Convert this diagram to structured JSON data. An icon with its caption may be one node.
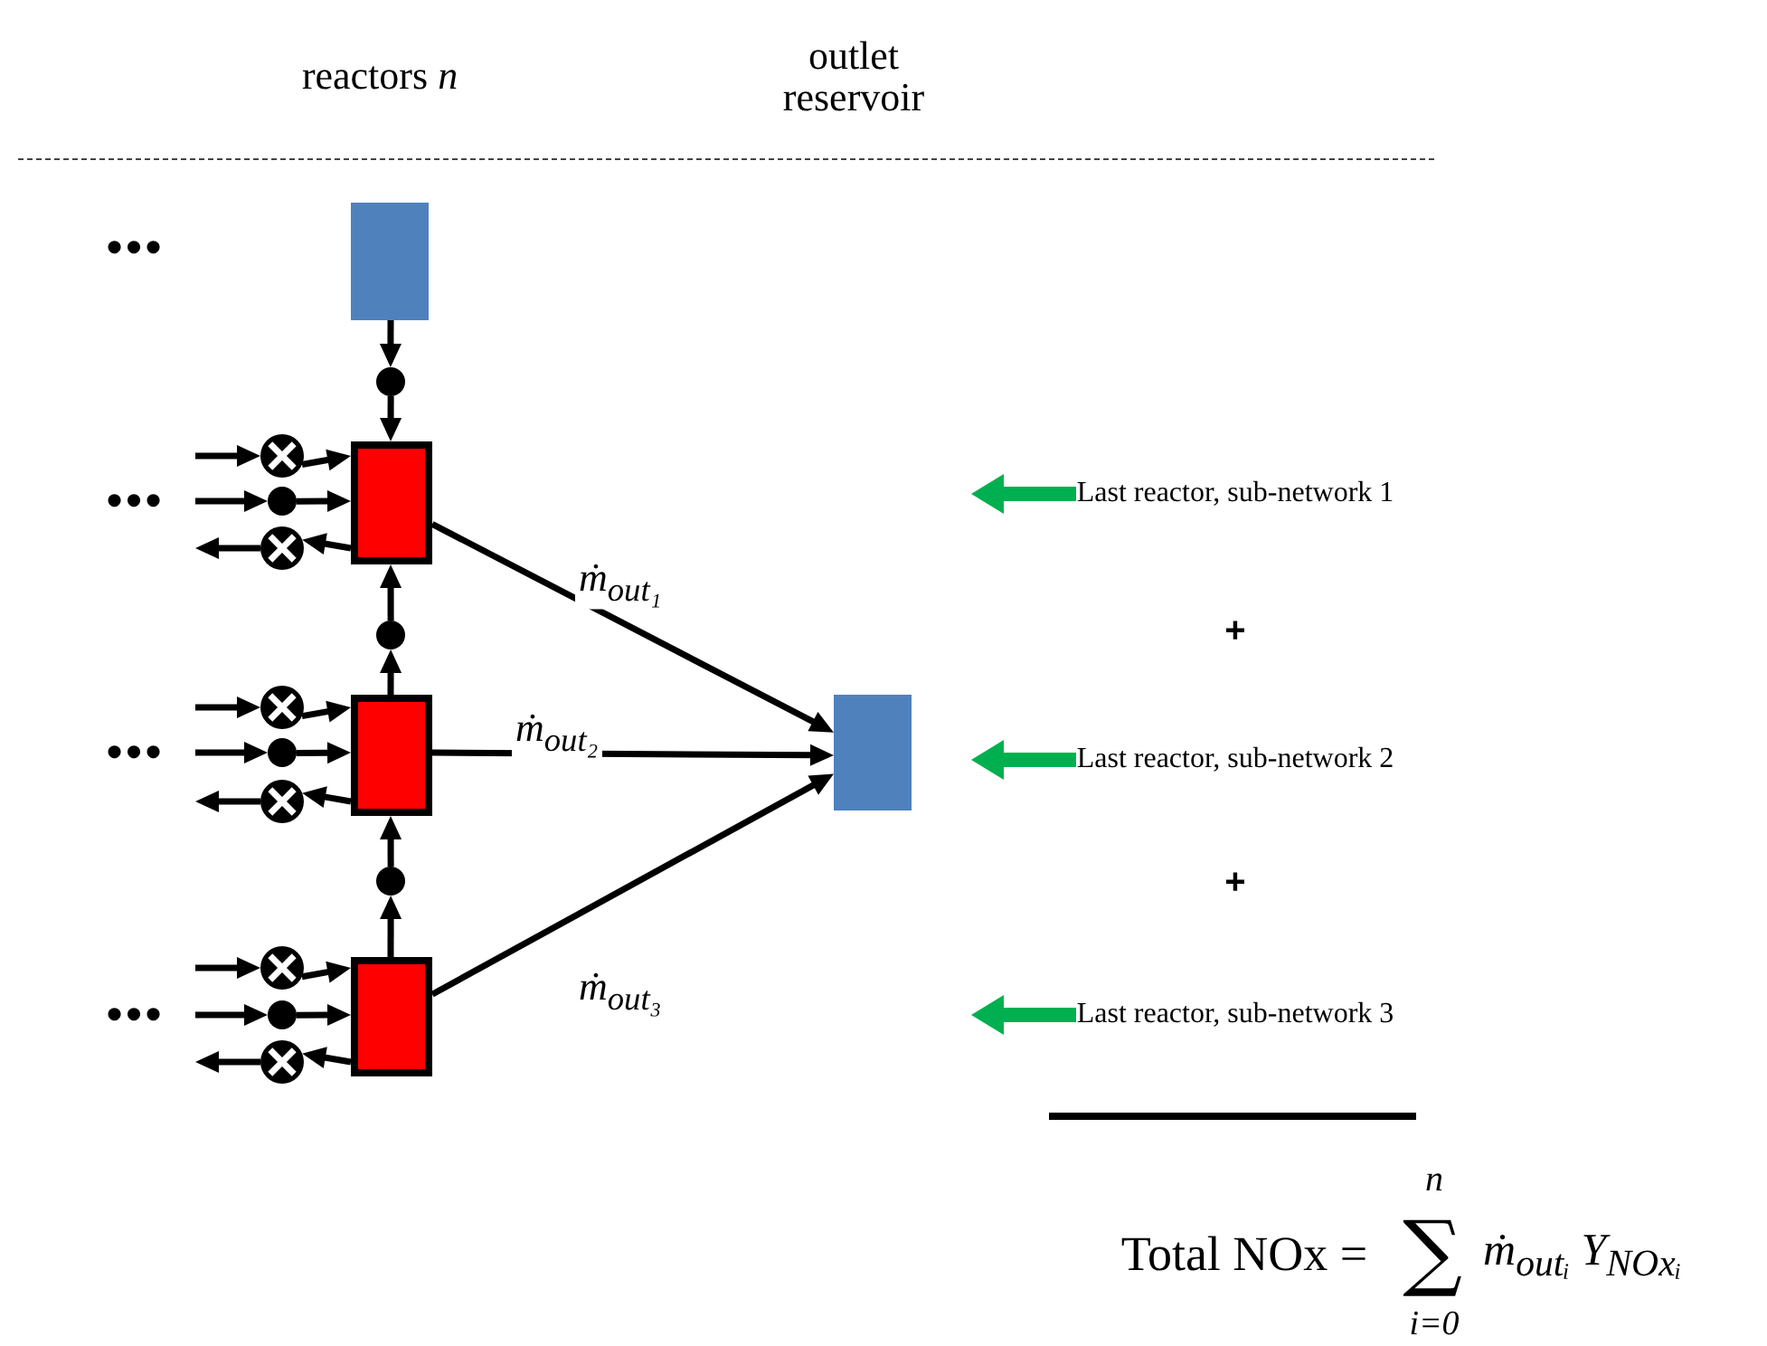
{
  "diagram": {
    "nodes": [
      {
        "text": [],
        "shape": "box"
      },
      {
        "text": [],
        "shape": "circle"
      },
      {
        "text": [],
        "shape": "circle"
      },
      {
        "text": [],
        "shape": "circle"
      },
      {
        "text": [],
        "shape": "circle"
      },
      {
        "text": [],
        "shape": "box"
      },
      {
        "text": [],
        "shape": "circle"
      },
      {
        "text": [],
        "shape": "circle"
      },
      {
        "text": [],
        "shape": "circle"
      },
      {
        "text": [],
        "shape": "circle"
      },
      {
        "text": [],
        "shape": "box"
      },
      {
        "text": [],
        "shape": "box"
      },
      {
        "text": [],
        "shape": "circle"
      },
      {
        "text": [],
        "shape": "circle"
      },
      {
        "text": [],
        "shape": "circle"
      },
      {
        "text": [],
        "shape": "circle"
      },
      {
        "text": [],
        "shape": "box"
      },
      {
        "text": [
          "Last reactor, sub-network 1"
        ]
      },
      {
        "text": [
          "Last reactor, sub-network 2"
        ]
      },
      {
        "text": [
          "Last reactor, sub-network 3"
        ]
      }
    ],
    "edges": [
      {
        "from": 0,
        "to": 1,
        "arrow": "to"
      },
      {
        "from": 1,
        "to": 5,
        "arrow": "to"
      },
      {
        "from": null,
        "to": 2,
        "arrow": "to"
      },
      {
        "from": 2,
        "to": 5,
        "arrow": "to"
      },
      {
        "from": null,
        "to": 3,
        "arrow": "to"
      },
      {
        "from": 3,
        "to": 5,
        "arrow": "to"
      },
      {
        "from": 5,
        "to": 4,
        "arrow": "to"
      },
      {
        "from": 4,
        "to": null,
        "arrow": "to"
      },
      {
        "from": 10,
        "to": 6,
        "arrow": "to"
      },
      {
        "from": 6,
        "to": 5,
        "arrow": "to"
      },
      {
        "from": 5,
        "to": 11,
        "arrow": "to",
        "label": "ṁ$_{out₁}$"
      },
      {
        "from": null,
        "to": 7,
        "arrow": "to"
      },
      {
        "from": 7,
        "to": 10,
        "arrow": "to"
      },
      {
        "from": null,
        "to": 8,
        "arrow": "to"
      },
      {
        "from": 8,
        "to": 10,
        "arrow": "to"
      },
      {
        "from": 10,
        "to": 9,
        "arrow": "to"
      },
      {
        "from": 9,
        "to": null,
        "arrow": "to"
      },
      {
        "from": 10,
        "to": 11,
        "arrow": "to",
        "label": "ṁ$_{out₂}$"
      },
      {
        "from": 16,
        "to": 12,
        "arrow": "to"
      },
      {
        "from": 12,
        "to": 10,
        "arrow": "to"
      },
      {
        "from": null,
        "to": 13,
        "arrow": "to"
      },
      {
        "from": 13,
        "to": 16,
        "arrow": "to"
      },
      {
        "from": null,
        "to": 14,
        "arrow": "to"
      },
      {
        "from": 14,
        "to": 16,
        "arrow": "to"
      },
      {
        "from": 16,
        "to": 15,
        "arrow": "to"
      },
      {
        "from": 15,
        "to": null,
        "arrow": "to"
      },
      {
        "from": 16,
        "to": 11,
        "arrow": "to",
        "label": "ṁ$_{out₃}$"
      },
      {
        "from": 17,
        "to": null,
        "arrow": "to",
        "style": "thick",
        "color": "#00b050"
      },
      {
        "from": 18,
        "to": null,
        "arrow": "to",
        "style": "thick",
        "color": "#00b050"
      },
      {
        "from": 19,
        "to": null,
        "arrow": "to",
        "style": "thick",
        "color": "#00b050"
      }
    ],
    "labels": [
      "reactors *n*",
      "outlet reservoir",
      "•••",
      "•••",
      "+",
      "•••",
      "+",
      "•••",
      "Total NOx =",
      "n",
      "∑",
      "i=0",
      "ṁ$_{outᵢ}$ Y$_{NOxᵢ}$"
    ]
  }
}
